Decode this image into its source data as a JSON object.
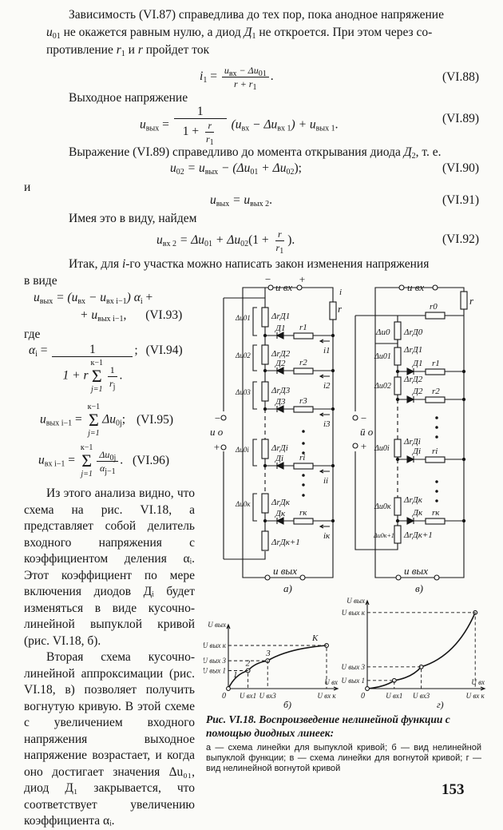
{
  "paragraphs": {
    "p1_a": "Зависимость (VI.87) справедлива до тех пор, пока анодное напряжение",
    "p1_b_var": "u",
    "p1_b_sub": "01",
    "p1_b": " не окажется равным нулю, а диод ",
    "p1_b_d": "Д",
    "p1_b_dsub": "1",
    "p1_b_end": " не откроется. При этом через со-",
    "p1_c": "противление ",
    "p1_c_r1": "r",
    "p1_c_r1sub": "1",
    "p1_c_and": " и ",
    "p1_c_r": "r",
    "p1_c_end": " пройдет ток",
    "p2": "Выходное напряжение",
    "p3": "Выражение (VI.89) справедливо до момента открывания диода ",
    "p3_d": "Д",
    "p3_dsub": "2",
    "p3_end": ", т. е.",
    "p4": "и",
    "p5": "Имея это в виду, найдем",
    "p6_a": "Итак, для ",
    "p6_i": "i",
    "p6_b": "-го участка можно написать закон изменения напряжения",
    "p6_c": "в виде",
    "where": "где",
    "p7": "Из этого анализа видно, что схема на рис. VI.18, а представляет собой делитель входного напряжения с коэффициентом деления αᵢ. Этот коэффициент по мере включения диодов Дᵢ будет изменяться в виде кусочно-линейной выпуклой кривой (рис. VI.18, б).",
    "p8": "Вторая схема кусочно-линейной аппроксимации (рис. VI.18, в) позволяет получить вогнутую кривую. В этой схеме с увеличением входного напряжения выходное напряжение возрастает, и когда оно достигает значения Δu₀₁, диод Д₁ закрывается, что соответствует увеличению коэффициента αᵢ."
  },
  "equations": {
    "eq88": {
      "lhs": "i",
      "lhs_sub": "1",
      "num": "u",
      "num_sub": "вх",
      "num_rest": " − Δu",
      "num_sub2": "01",
      "den": "r + r",
      "den_sub": "1",
      "tail": ".",
      "number": "(VI.88)"
    },
    "eq89": {
      "lhs": "u",
      "lhs_sub": "вых",
      "num": "1",
      "den_a": "1 + ",
      "den_fn": "r",
      "den_fd": "r",
      "den_fd_sub": "1",
      "rest_a": "(u",
      "rest_sub1": "вх",
      "rest_b": " − Δu",
      "rest_sub2": "вх 1",
      "rest_c": ") + u",
      "rest_sub3": "вых 1",
      "tail": ".",
      "number": "(VI.89)"
    },
    "eq90": {
      "a": "u",
      "a_sub": "02",
      "b": " = u",
      "b_sub": "вых",
      "c": " − (Δu",
      "c_sub": "01",
      "d": " + Δu",
      "d_sub": "02",
      "e": ");",
      "number": "(VI.90)"
    },
    "eq91": {
      "a": "u",
      "a_sub": "вых",
      "b": " = u",
      "b_sub": "вых 2",
      "tail": ".",
      "number": "(VI.91)"
    },
    "eq92": {
      "a": "u",
      "a_sub": "вх 2",
      "b": " = Δu",
      "b_sub": "01",
      "c": " + Δu",
      "c_sub": "02",
      "d": "(1 + ",
      "fn": "r",
      "fd": "r",
      "fd_sub": "1",
      "e": ").",
      "number": "(VI.92)"
    },
    "eq93": {
      "a": "u",
      "a_sub": "вых",
      "b": " = (u",
      "b_sub": "вх",
      "c": " − u",
      "c_sub": "вх i−1",
      "d": ") α",
      "d_sub": "i",
      "e": " +",
      "f": "+ u",
      "f_sub": "вых i−1",
      "g": ",",
      "number": "(VI.93)"
    },
    "eq94": {
      "a": "α",
      "a_sub": "i",
      "b": " = ",
      "num": "1",
      "den_a": "1 + r",
      "sum_top": "к−1",
      "sum": "Σ",
      "sum_bot": "j=1",
      "fn": "1",
      "fd": "r",
      "fd_sub": "j",
      "tail": ";",
      "number": "(VI.94)"
    },
    "eq95": {
      "a": "u",
      "a_sub": "вых i−1",
      "b": " = ",
      "sum_top": "к−1",
      "sum": "Σ",
      "sum_bot": "j=1",
      "c": "Δu",
      "c_sub": "0j",
      "tail": ";",
      "number": "(VI.95)"
    },
    "eq96": {
      "a": "u",
      "a_sub": "вх i−1",
      "b": " = ",
      "sum_top": "к−1",
      "sum": "Σ",
      "sum_bot": "j=1",
      "fn": "Δu",
      "fn_sub": "0j",
      "fd": "α",
      "fd_sub": "j−1",
      "tail": ".",
      "number": "(VI.96)"
    }
  },
  "figure": {
    "circuit_a": {
      "input_label": "u вх",
      "output_label": "u вых",
      "source_label": "u o",
      "minus": "−",
      "plus": "+",
      "r_label": "r",
      "i_label": "i",
      "panel_label": "а)",
      "rungs": [
        {
          "du": "Δu01",
          "dr": "ΔrД1",
          "d": "Д1",
          "r": "r1",
          "i": "i1"
        },
        {
          "du": "Δu02",
          "dr": "ΔrД2",
          "d": "Д2",
          "r": "r2",
          "i": "i2"
        },
        {
          "du": "Δu03",
          "dr": "ΔrД3",
          "d": "Д3",
          "r": "r3",
          "i": "i3"
        },
        {
          "du": "Δu0i",
          "dr": "ΔrДi",
          "d": "Дi",
          "r": "ri",
          "i": "ii"
        },
        {
          "du": "Δu0к",
          "dr": "ΔrДк",
          "d": "Дк",
          "r": "rк",
          "i": "iк"
        }
      ],
      "last_dr": "ΔrДк+1"
    },
    "circuit_v": {
      "input_label": "u вх",
      "output_label": "u вых",
      "source_label": "ū o",
      "minus": "−",
      "plus": "+",
      "r_label": "r",
      "r0_label": "r0",
      "du0": "Δu0",
      "dr0": "ΔrД0",
      "panel_label": "в)",
      "rungs": [
        {
          "du": "Δu01",
          "dr": "ΔrД1",
          "d": "Д1",
          "r": "r1"
        },
        {
          "du": "Δu02",
          "dr": "ΔrД2",
          "d": "Д2",
          "r": "r2"
        },
        {
          "du": "Δu0i",
          "dr": "ΔrДi",
          "d": "Дi",
          "r": "ri"
        },
        {
          "du": "Δu0к",
          "dr": "ΔrДк",
          "d": "Дк",
          "r": "rк"
        }
      ],
      "last_du": "Δu0к+1",
      "last_dr": "ΔrДк+1"
    },
    "graph_b": {
      "type": "line",
      "shape": "convex",
      "panel_label": "б)",
      "ylabel": "U вых",
      "xlabel": "U вх",
      "origin": "0",
      "yticks": [
        "U вых к",
        "U вых 3",
        "U вых 1"
      ],
      "xticks": [
        "U вх1",
        "U вх3",
        "U вх к"
      ],
      "point_labels": [
        "1",
        "2",
        "3",
        "К"
      ],
      "points": [
        [
          0,
          0
        ],
        [
          1,
          1
        ],
        [
          2,
          1.55
        ],
        [
          5,
          2.4
        ]
      ]
    },
    "graph_g": {
      "type": "line",
      "shape": "concave",
      "panel_label": "г)",
      "ylabel": "U вых",
      "xlabel": "U вх",
      "origin": "0",
      "yticks": [
        "U вых к",
        "U вых 3",
        "U вых 1"
      ],
      "xticks": [
        "U вх1",
        "U вх3",
        "U вх к"
      ],
      "points": [
        [
          0,
          0
        ],
        [
          1,
          0.3
        ],
        [
          2,
          0.8
        ],
        [
          4,
          2.8
        ]
      ]
    },
    "caption_title": "Рис. VI.18. Воспроизведение нелинейной функции с помощью диодных линеек:",
    "caption_text": "а — схема линейки для выпуклой кривой; б — вид нелинейной выпуклой функции; в — схема линейки для вогнутой кривой; г — вид нелинейной вогнутой кривой"
  },
  "page_number": "153"
}
